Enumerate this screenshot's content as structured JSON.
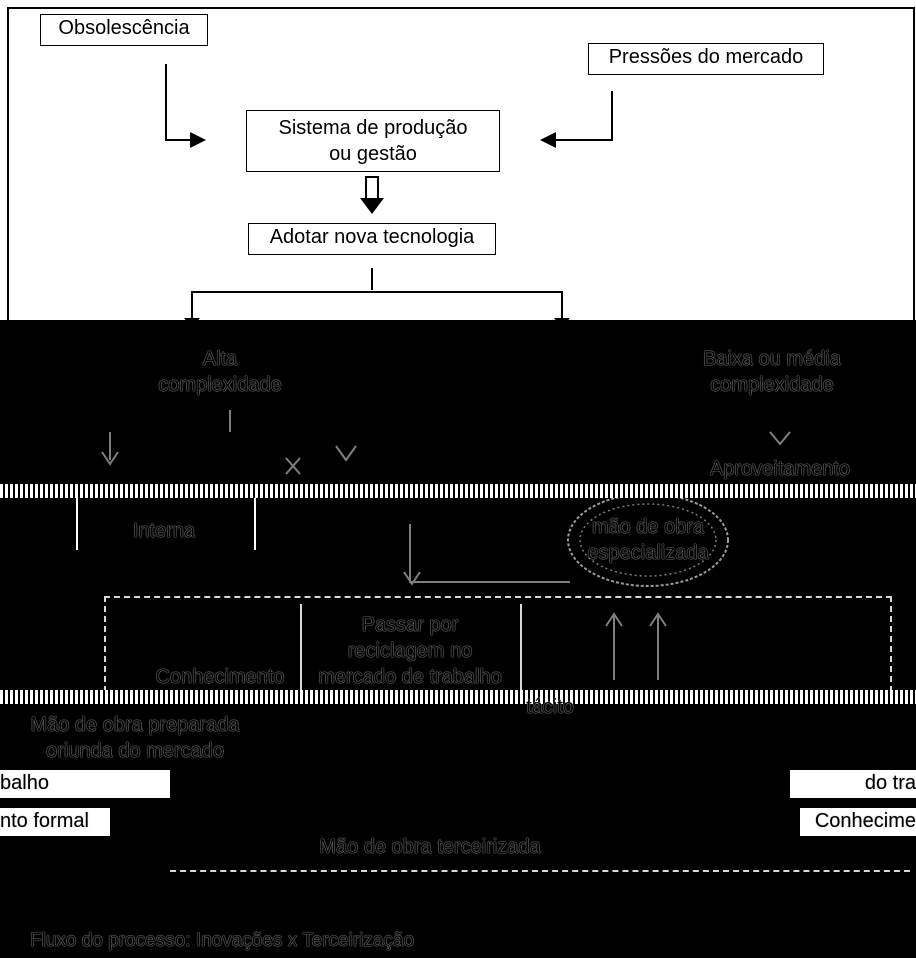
{
  "diagram": {
    "obsolescence": "Obsolescência",
    "market_pressures": "Pressões do mercado",
    "production_system_line1": "Sistema de produção",
    "production_system_line2": "ou gestão",
    "adopt_technology": "Adotar nova tecnologia",
    "high_complexity_line1": "Alta",
    "high_complexity_line2": "complexidade",
    "low_complexity_line1": "Baixa ou média",
    "low_complexity_line2": "complexidade",
    "use_label": "Aproveitamento",
    "internal": "Interna",
    "specialized_line1": "mão de obra",
    "specialized_line2": "especializada",
    "recycle_line1": "Passar por",
    "recycle_line2": "reciclagem no",
    "recycle_line3": "mercado de trabalho",
    "knowledge": "Conhecimento",
    "tacit": "tácito",
    "prepared_line1": "Mão de obra preparada",
    "prepared_line2": "oriunda do mercado",
    "work_left": "balho",
    "work_right": "do tra",
    "formal_left": "nto formal",
    "formal_right": "Conhecime",
    "outsourced": "Mão de obra terceirizada",
    "caption": "Fluxo do processo: Inovações x Terceirização"
  },
  "colors": {
    "background_top": "#ffffff",
    "background_bottom": "#000000",
    "line": "#000000"
  }
}
